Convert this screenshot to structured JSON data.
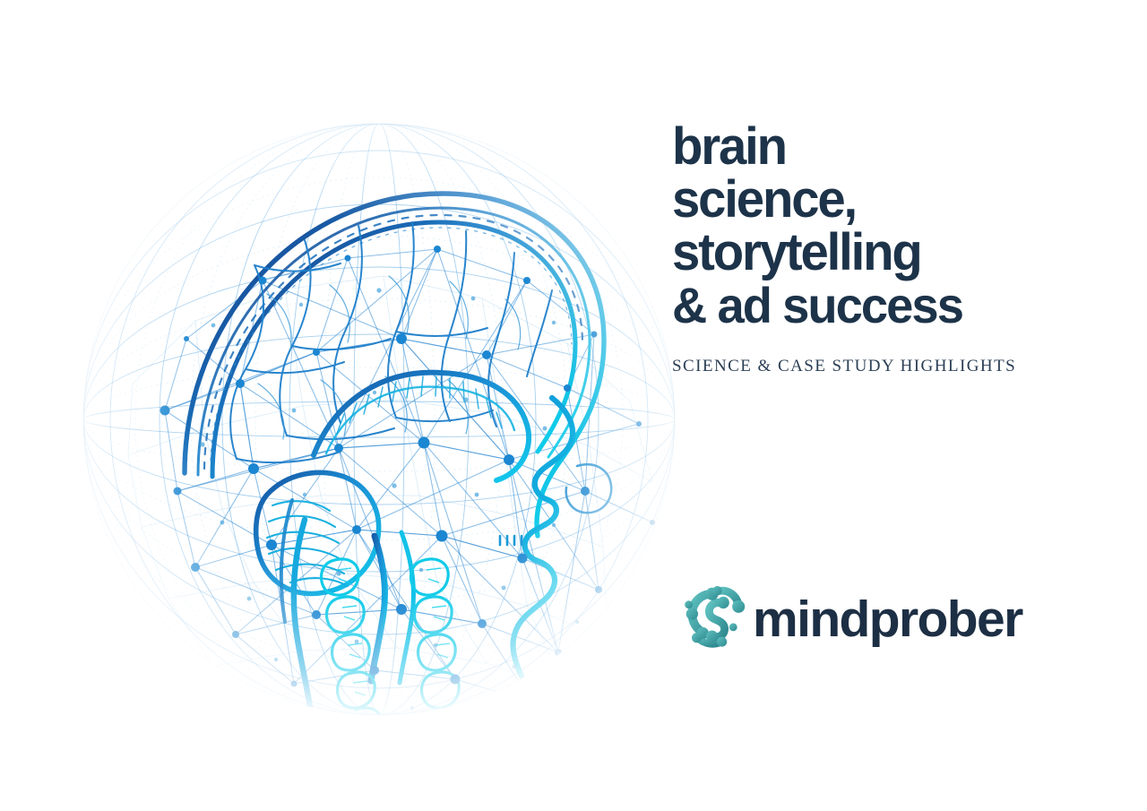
{
  "slide": {
    "background_color": "#ffffff",
    "title_color": "#1d3349",
    "subtitle_color": "#2b3f55",
    "accent_blue": "#1b8fd4",
    "accent_cyan": "#12c8e8",
    "accent_deep_blue": "#1c5fa8",
    "logo_teal": "#49a9a9",
    "logo_teal_dark": "#3a8f92",
    "logo_text_color": "#1d2f44"
  },
  "headline": {
    "line1": "brain",
    "line2": "science,",
    "line3": "storytelling",
    "line4": "& ad success",
    "full_text": "brain science, storytelling & ad success"
  },
  "subtitle": {
    "text": "SCIENCE & CASE STUDY HIGHLIGHTS"
  },
  "logo": {
    "wordmark": "mindprober",
    "mark_name": "mindprober-network-node-mark"
  },
  "illustration": {
    "name": "network-sphere-brain-head-profile",
    "description": "Wireframe sphere of connected nodes enclosing a side-profile human head with anatomical brain, brainstem and spine drawn in blue and cyan line art"
  }
}
